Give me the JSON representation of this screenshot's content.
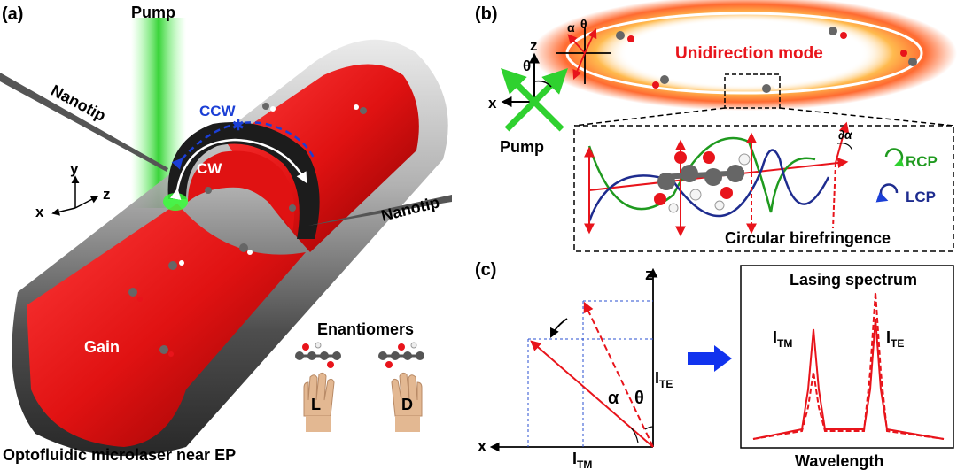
{
  "panel_a": {
    "tag": "(a)",
    "pump": "Pump",
    "nanotip_left": "Nanotip",
    "nanotip_right": "Nanotip",
    "ccw": "CCW",
    "cw": "CW",
    "axis_y": "y",
    "axis_z": "z",
    "axis_x": "x",
    "gain": "Gain",
    "enantiomers": "Enantiomers",
    "hand_left": "L",
    "hand_right": "D",
    "caption": "Optofluidic microlaser near EP"
  },
  "panel_b": {
    "tag": "(b)",
    "axis_z": "z",
    "axis_x": "x",
    "theta": "θ",
    "alpha": "α",
    "pump": "Pump",
    "ring_label": "Unidirection mode",
    "d_alpha": "∂α",
    "rcp": "RCP",
    "lcp": "LCP",
    "inset_label": "Circular birefringence"
  },
  "panel_c": {
    "tag": "(c)",
    "axis_z": "z",
    "axis_x": "x",
    "alpha": "α",
    "theta": "θ",
    "i_te": "I",
    "i_te_sub": "TE",
    "i_tm": "I",
    "i_tm_sub": "TM",
    "spectrum_title": "Lasing spectrum",
    "spectrum_xlabel": "Wavelength",
    "peak_tm": "I",
    "peak_tm_sub": "TM",
    "peak_te": "I",
    "peak_te_sub": "TE"
  },
  "colors": {
    "red": "#e8141b",
    "green": "#2fd12f",
    "blue": "#1b3fd6",
    "dark_green": "#1f9a1f",
    "navy": "#1e2c8f",
    "arrow_blue": "#1133ee"
  }
}
